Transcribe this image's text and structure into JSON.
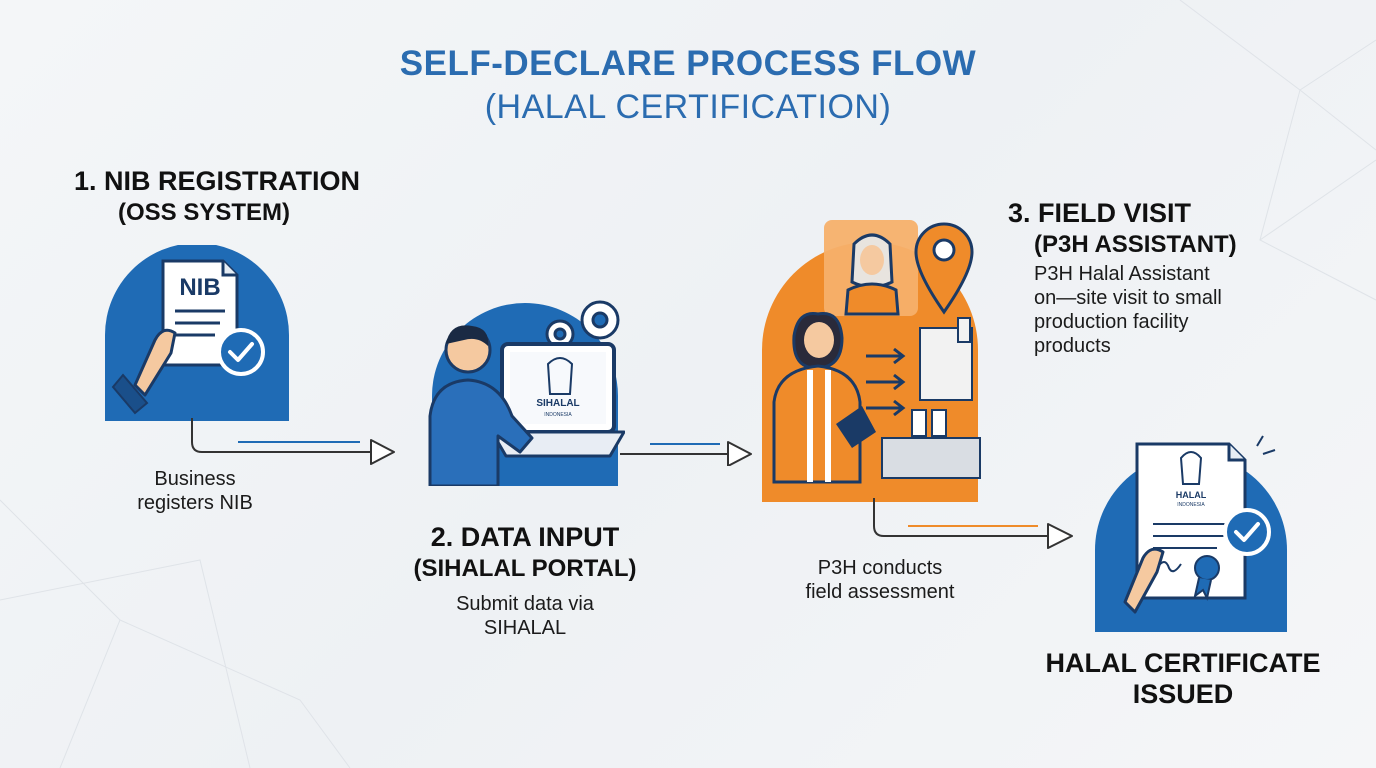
{
  "title": "SELF-DECLARE PROCESS FLOW",
  "subtitle": "(HALAL CERTIFICATION)",
  "colors": {
    "blue": "#1f6bb5",
    "dark_blue": "#1a4f8a",
    "orange": "#ef8b2a",
    "title_blue": "#2b6cb0"
  },
  "steps": [
    {
      "heading_line1": "1. NIB REGISTRATION",
      "heading_line2": "(OSS SYSTEM)",
      "doc_label": "NIB",
      "description_line1": "Business",
      "description_line2": "registers NIB",
      "icon": "document-check-icon"
    },
    {
      "heading_line1": "2. DATA INPUT",
      "heading_line2": "(SIHALAL PORTAL)",
      "screen_label": "SIHALAL",
      "screen_sublabel": "INDONESIA",
      "description_line1": "Submit data via",
      "description_line2": "SIHALAL",
      "icon": "laptop-gear-icon"
    },
    {
      "heading_line1": "3. FIELD VISIT",
      "heading_line2": "(P3H ASSISTANT)",
      "info_lines": [
        "P3H Halal Assistant",
        "on—site visit to small",
        "production facility",
        "products"
      ],
      "description_line1": "P3H conducts",
      "description_line2": "field assessment",
      "icon": "location-pin-icon"
    },
    {
      "heading_line1": "HALAL CERTIFICATE",
      "heading_line2": "ISSUED",
      "cert_label": "HALAL",
      "cert_sublabel": "INDONESIA",
      "icon": "certificate-icon"
    }
  ]
}
